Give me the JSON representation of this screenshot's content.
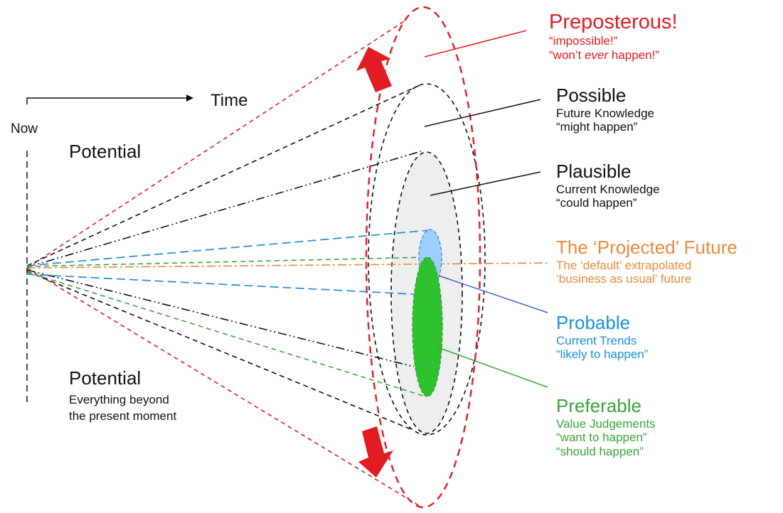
{
  "axis": {
    "time_label": "Time",
    "now_label": "Now"
  },
  "left_labels": {
    "top_potential": "Potential",
    "bottom_potential": "Potential",
    "bottom_desc_1": "Everything beyond",
    "bottom_desc_2": "the present moment"
  },
  "futures": [
    {
      "key": "preposterous",
      "title": "Preposterous!",
      "lines": [
        "“impossible!”"
      ],
      "line2_pre": "“won’t ",
      "line2_em": "ever",
      "line2_post": " happen!”",
      "color": "#e31b23"
    },
    {
      "key": "possible",
      "title": "Possible",
      "lines": [
        "Future Knowledge",
        "“might happen”"
      ],
      "color": "#111111"
    },
    {
      "key": "plausible",
      "title": "Plausible",
      "lines": [
        "Current Knowledge",
        "“could happen”"
      ],
      "color": "#111111"
    },
    {
      "key": "projected",
      "title": "The ‘Projected’ Future",
      "lines": [
        "The ‘default’ extrapolated",
        "‘business as usual’ future"
      ],
      "color": "#e88a3c"
    },
    {
      "key": "probable",
      "title": "Probable",
      "lines": [
        "Current Trends",
        "“likely to happen”"
      ],
      "color": "#1e8fe0"
    },
    {
      "key": "preferable",
      "title": "Preferable",
      "lines": [
        "Value Judgements",
        "“want to happen”",
        "“should happen”"
      ],
      "color": "#3aa53a"
    }
  ],
  "colors": {
    "red": "#e31b23",
    "black": "#111111",
    "grey_fill": "#eeeeee",
    "blue_fill": "#9ccfff",
    "blue_line": "#2f8fd8",
    "blue_pointer": "#3a5fd0",
    "green_fill": "#2ec22e",
    "green_line": "#3a9a3a",
    "orange": "#e88a3c"
  },
  "icons": {
    "expand_up_arrow": "red-arrow-up-icon",
    "expand_down_arrow": "red-arrow-down-icon"
  }
}
